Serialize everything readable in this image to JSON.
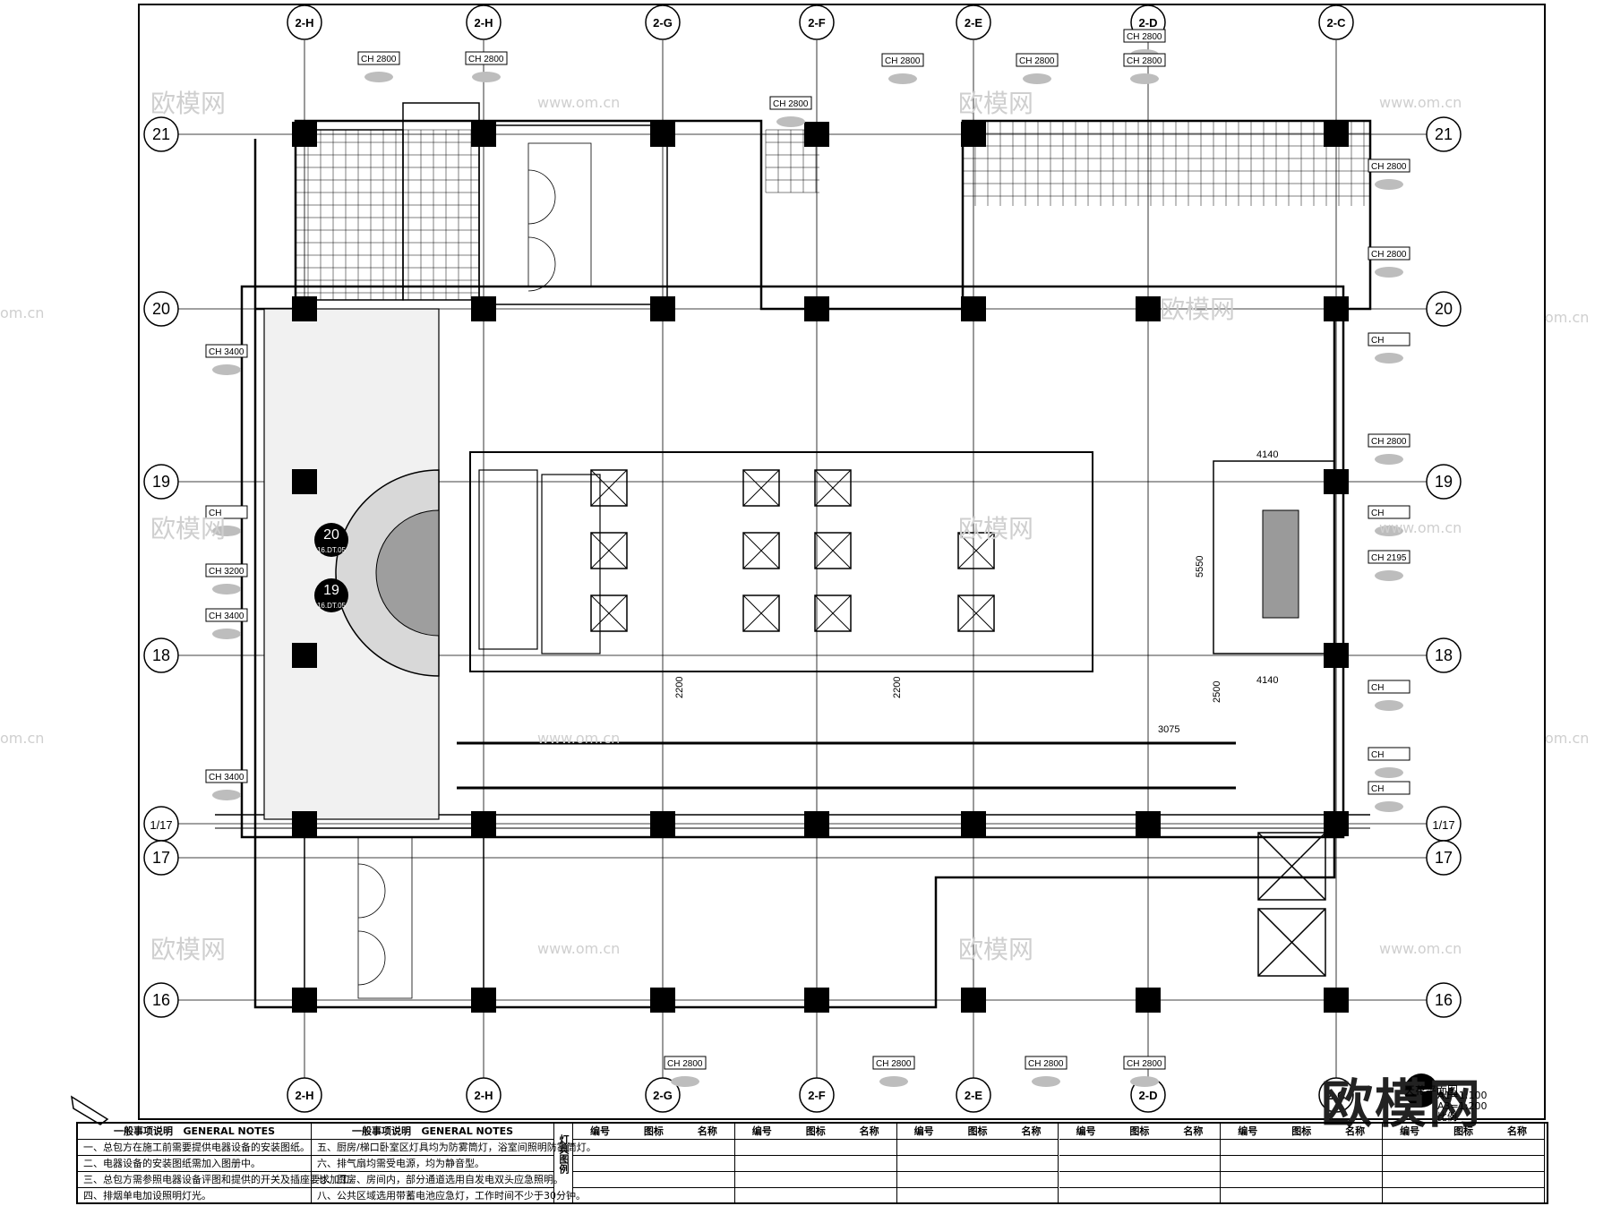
{
  "grid": {
    "columns": [
      "2-H",
      "2-H",
      "2-G",
      "2-F",
      "2-E",
      "2-D",
      "2-C"
    ],
    "rows": [
      "21",
      "20",
      "19",
      "18",
      "1/17",
      "17",
      "16"
    ]
  },
  "ceiling_tags": {
    "top": [
      "CH 2800",
      "CH 2800",
      "CH 2800",
      "CH 2800",
      "CH 2800",
      "CH 2800",
      "CH 2800"
    ],
    "left": [
      "CH 3400",
      "CH",
      "CH 3200",
      "CH 3400",
      "CH 3400"
    ],
    "right": [
      "CH 2800",
      "CH 2800",
      "CH",
      "CH 2800",
      "CH",
      "CH 2195",
      "CH",
      "CH",
      "CH"
    ],
    "bottom": [
      "CH 2800",
      "CH 2800",
      "CH 2800",
      "CH 2800"
    ]
  },
  "dims": [
    "2200",
    "2200",
    "2500",
    "4140",
    "4140",
    "3075",
    "5550"
  ],
  "section_markers": [
    {
      "num": "20",
      "ref": "16.DT.05"
    },
    {
      "num": "19",
      "ref": "16.DT.05"
    }
  ],
  "title_block": {
    "drawing_title": "天花平面图",
    "scale_a1": "A1=1:100",
    "scale_a3": "A3=1:200",
    "scale_label": "比例"
  },
  "watermarks": {
    "brand": "欧模网",
    "url": "www.om.cn",
    "short": "om.cn"
  },
  "notes_left": {
    "header": "一般事项说明",
    "header_en": "GENERAL NOTES",
    "items": [
      "一、总包方在施工前需要提供电器设备的安装图纸。",
      "二、电器设备的安装图纸需加入图册中。",
      "三、总包方需参照电器设备评图和提供的开关及插座要求加工。",
      "四、排烟单电加设照明灯光。"
    ]
  },
  "notes_right": {
    "header": "一般事项说明",
    "header_en": "GENERAL NOTES",
    "items": [
      "五、厨房/梯口卧室区灯具均为防雾筒灯，浴室间照明防雾筒灯。",
      "六、排气扇均需受电源，均为静音型。",
      "七、厨房、房间内，部分通道选用自发电双头应急照明。",
      "八、公共区域选用带蓄电池应急灯，工作时间不少于30分钟。"
    ]
  },
  "legend": {
    "side_title": "灯具图例",
    "groups": [
      {
        "h": [
          "编号",
          "图标",
          "名称"
        ]
      },
      {
        "h": [
          "编号",
          "图标",
          "名称"
        ]
      },
      {
        "h": [
          "编号",
          "图标",
          "名称"
        ]
      },
      {
        "h": [
          "编号",
          "图标",
          "名称"
        ]
      },
      {
        "h": [
          "编号",
          "图标",
          "名称"
        ]
      },
      {
        "h": [
          "编号",
          "图标",
          "名称"
        ]
      }
    ]
  }
}
